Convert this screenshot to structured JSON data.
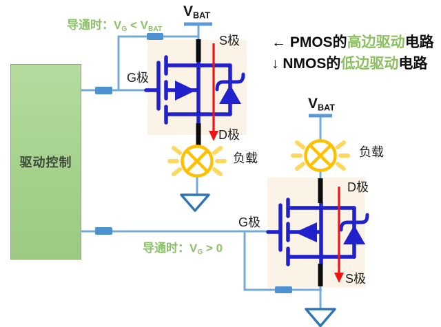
{
  "header": {
    "line1": {
      "pre": "← PMOS的",
      "highlight": "高边驱动",
      "post": "电路"
    },
    "line2": {
      "pre": "↓ NMOS的",
      "highlight": "低边驱动",
      "post": "电路"
    }
  },
  "drive_box": {
    "label": "驱动控制"
  },
  "pmos_circuit": {
    "vbat": {
      "v": "V",
      "sub": "BAT"
    },
    "annotation": {
      "prefix": "导通时：",
      "v1": "V",
      "v1_sub": "G",
      "op": " < ",
      "v2": "V",
      "v2_sub": "BAT"
    },
    "gate_label": "G极",
    "source_label": "S极",
    "drain_label": "D极",
    "load_label": "负载"
  },
  "nmos_circuit": {
    "vbat": {
      "v": "V",
      "sub": "BAT"
    },
    "annotation": {
      "prefix": "导通时：",
      "v": "V",
      "v_sub": "G",
      "op": " > ",
      "value": "0"
    },
    "gate_label": "G极",
    "source_label": "S极",
    "drain_label": "D极",
    "load_label": "负载"
  },
  "colors": {
    "wire_blue": "#74a9d8",
    "rail_blue": "#5b9bd5",
    "resistor_blue": "#4d91d1",
    "mosfet_navy": "#2121cb",
    "terminal_black": "#0c0c0c",
    "load_orange": "#ffc000",
    "ray_yellow": "#ffd75e",
    "ground_blue": "#2e75b6",
    "current_red": "#ee1414",
    "box_green_fill": "#a5d18c",
    "box_green_border": "#7fae63",
    "annotation_green": "#8cc06a",
    "header_green": "#8cbf5f",
    "highlight_cream": "#faf3e6"
  }
}
